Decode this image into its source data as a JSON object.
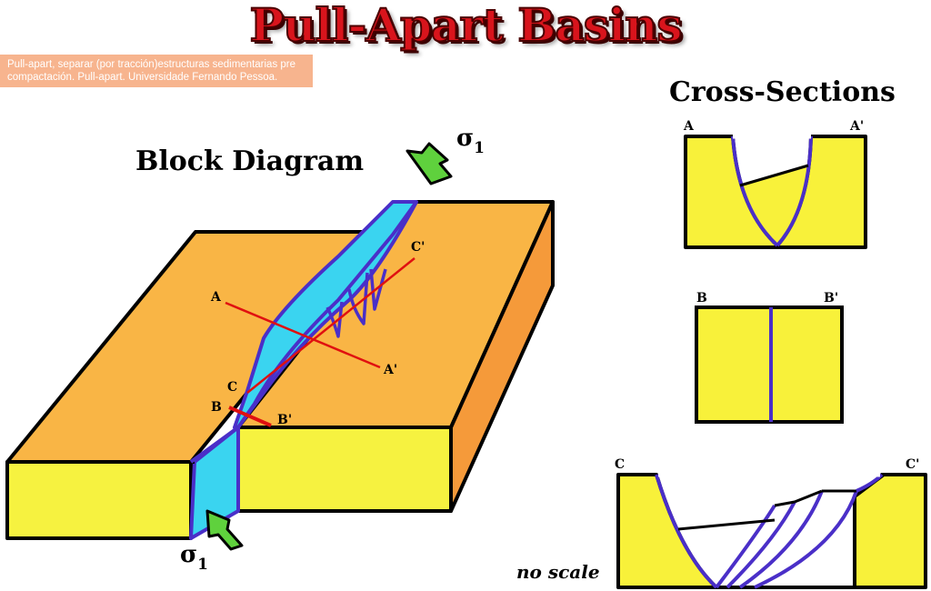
{
  "title": "Pull-Apart Basins",
  "caption": "Pull-apart, separar (por tracción)estructuras sedimentarias pre compactación. Pull-apart. Universidade Fernando Pessoa.",
  "headings": {
    "cross_sections": "Cross-Sections",
    "block_diagram": "Block Diagram"
  },
  "stress": {
    "symbol": "σ",
    "subscript": "1"
  },
  "block_labels": {
    "a": "A",
    "a_prime": "A'",
    "b": "B",
    "b_prime": "B'",
    "c": "C",
    "c_prime": "C'"
  },
  "sections": [
    {
      "left": "A",
      "right": "A'"
    },
    {
      "left": "B",
      "right": "B'"
    },
    {
      "left": "C",
      "right": "C'"
    }
  ],
  "note": "no scale",
  "colors": {
    "title": "#d8141c",
    "caption_bg": "#f7b48e",
    "block_top": "#f9b545",
    "block_side": "#f6f240",
    "block_right": "#f59a3a",
    "basin": "#3ad4f0",
    "fault": "#4a2fc8",
    "section_line": "#e01010",
    "section_fill": "#f8f13a",
    "arrow": "#5fd13d"
  }
}
